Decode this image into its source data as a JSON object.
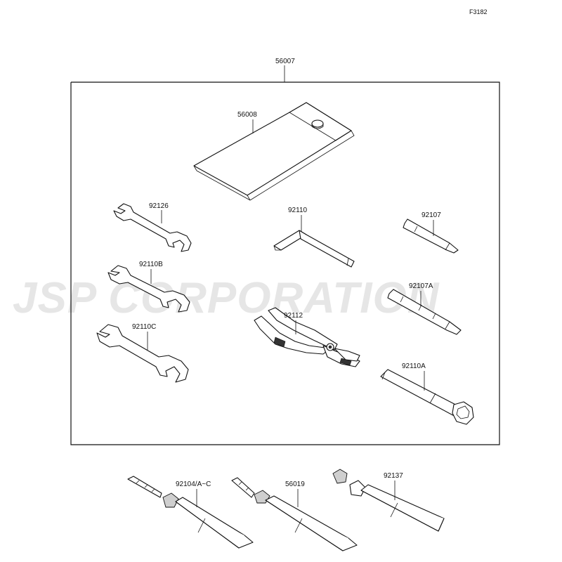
{
  "diagram_code": "F3182",
  "watermark": "JSP CORPORATION",
  "assembly_label": "56007",
  "parts": {
    "p56008": "56008",
    "p92126": "92126",
    "p92110": "92110",
    "p92107": "92107",
    "p92110B": "92110B",
    "p92112": "92112",
    "p92107A": "92107A",
    "p92110C": "92110C",
    "p92110A": "92110A",
    "p92104": "92104/A~C",
    "p56019": "56019",
    "p92137": "92137"
  }
}
